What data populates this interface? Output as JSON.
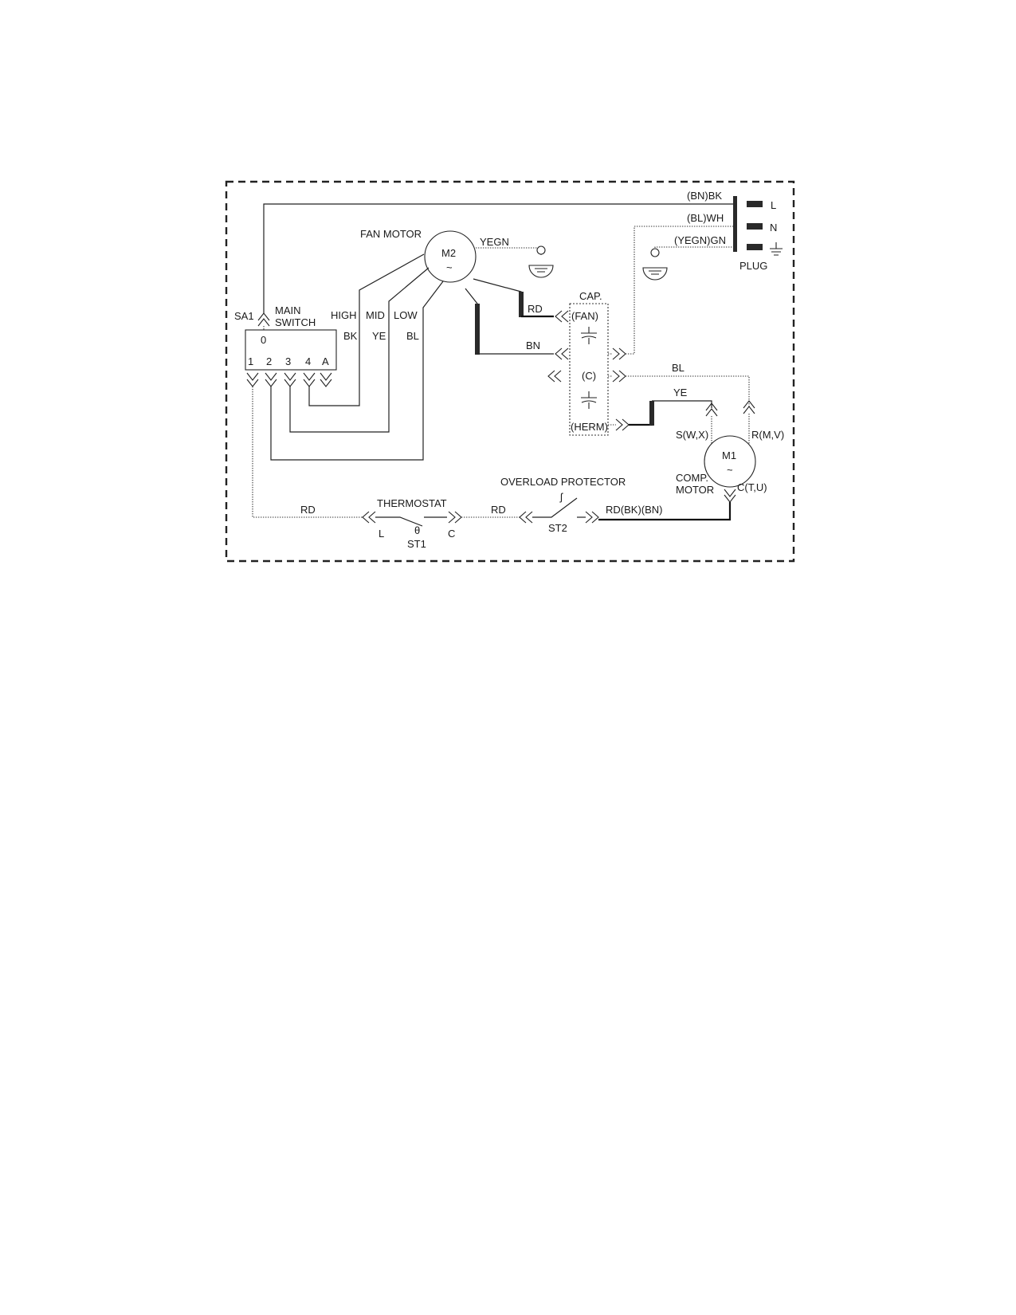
{
  "labels": {
    "fan_motor": "FAN MOTOR",
    "m2": "M2",
    "tilde": "~",
    "yegn": "YEGN",
    "sa1": "SA1",
    "main": "MAIN",
    "switch": "SWITCH",
    "sw_0": "0",
    "sw_1": "1",
    "sw_2": "2",
    "sw_3": "3",
    "sw_4": "4",
    "sw_a": "A",
    "high": "HIGH",
    "mid": "MID",
    "low": "LOW",
    "bk": "BK",
    "ye": "YE",
    "bl": "BL",
    "rd_cap": "RD",
    "bn": "BN",
    "cap": "CAP.",
    "cap_fan": "(FAN)",
    "cap_c": "(C)",
    "cap_herm": "(HERM)",
    "bl_comp": "BL",
    "ye_comp": "YE",
    "plug_bk": "(BN)BK",
    "plug_wh": "(BL)WH",
    "plug_gn": "(YEGN)GN",
    "plug_l": "L",
    "plug_n": "N",
    "plug": "PLUG",
    "m1": "M1",
    "s_term": "S(W,X)",
    "r_term": "R(M,V)",
    "comp": "COMP.",
    "motor": "MOTOR",
    "c_term": "C(T,U)",
    "overload": "OVERLOAD PROTECTOR",
    "thermostat": "THERMOSTAT",
    "rd_left": "RD",
    "rd_mid": "RD",
    "rd_right": "RD(BK)(BN)",
    "therm_l": "L",
    "st1": "ST1",
    "therm_c": "C",
    "st2": "ST2",
    "theta": "θ",
    "overload_sym": "ʃ"
  }
}
